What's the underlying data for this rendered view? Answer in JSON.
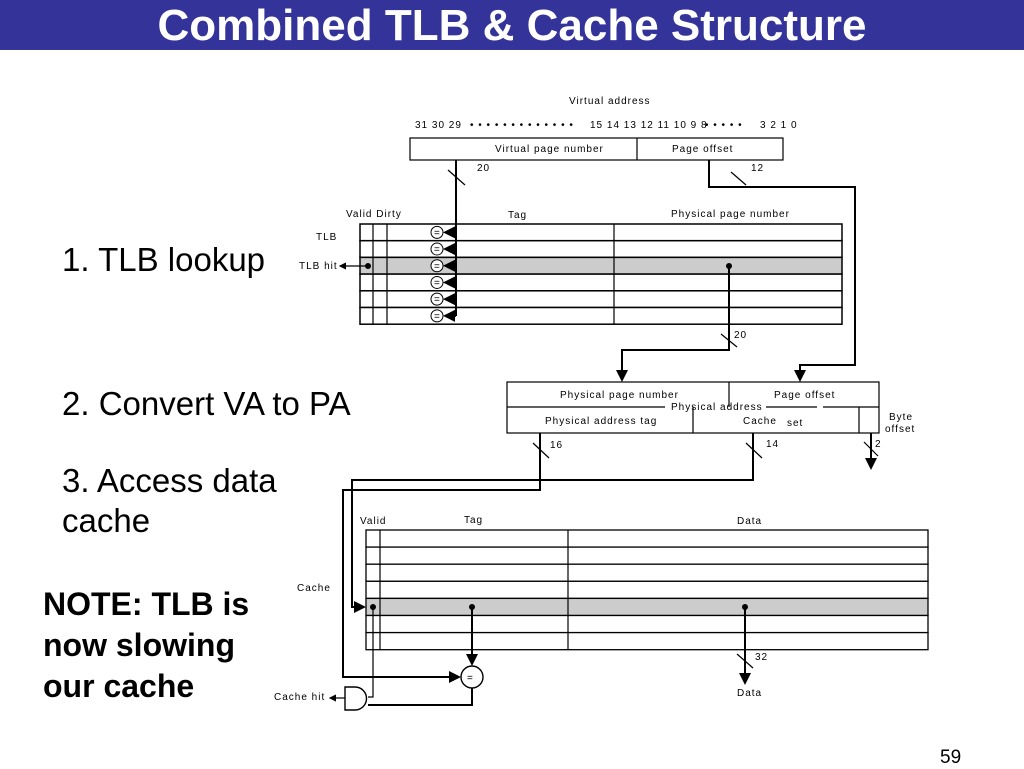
{
  "title": "Combined TLB & Cache Structure",
  "steps": [
    "1. TLB lookup",
    "2. Convert VA to PA",
    "3. Access data",
    "cache"
  ],
  "note": [
    "NOTE: TLB is",
    "now slowing",
    "our cache"
  ],
  "page_number": "59",
  "diagram": {
    "virtual_address": "Virtual address",
    "bits_high": "31 30 29",
    "bits_mid": "15 14 13 12 11 10 9 8",
    "bits_low": "3 2 1 0",
    "dots": "• • • • • • • • • • • • •",
    "dots2": "• • • • •",
    "vpn": "Virtual page number",
    "page_offset": "Page offset",
    "w20": "20",
    "w12": "12",
    "w20b": "20",
    "valid_dirty": "Valid Dirty",
    "tag": "Tag",
    "ppn": "Physical page number",
    "tlb": "TLB",
    "tlb_hit": "TLB hit",
    "eq": "=",
    "pa_ppn": "Physical page number",
    "pa_offset": "Page offset",
    "physical_address": "Physical address",
    "pa_tag": "Physical address tag",
    "cache_label": "Cache",
    "set": "set",
    "byte": "Byte",
    "offset": "offset",
    "w16": "16",
    "w14": "14",
    "w2": "2",
    "w32": "32",
    "valid": "Valid",
    "cache_tag": "Tag",
    "data": "Data",
    "cache": "Cache",
    "cache_hit": "Cache hit",
    "data_out": "Data"
  }
}
